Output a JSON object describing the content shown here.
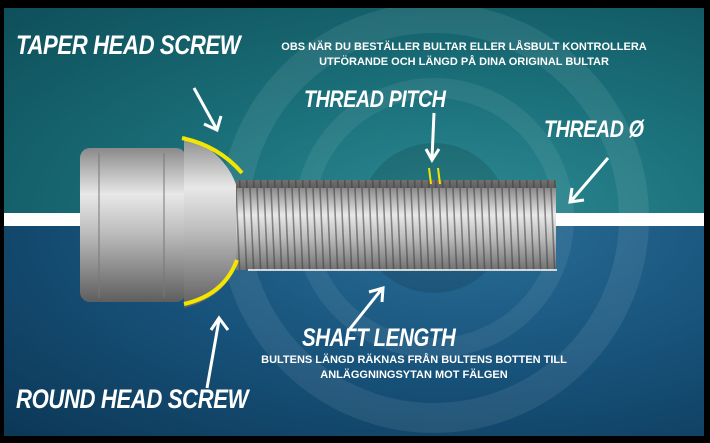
{
  "labels": {
    "taper_head": "TAPER HEAD SCREW",
    "round_head": "ROUND HEAD SCREW",
    "thread_pitch": "THREAD PITCH",
    "thread_diameter": "THREAD Ø",
    "shaft_length": "SHAFT LENGTH"
  },
  "notes": {
    "top_line1": "OBS NÄR DU BESTÄLLER  BULTAR ELLER LÅSBULT KONTROLLERA",
    "top_line2": "UTFÖRANDE OCH LÄNGD PÅ DINA ORIGINAL BULTAR",
    "shaft_line1": "BULTENS LÄNGD RÄKNAS FRÅN BULTENS BOTTEN TILL",
    "shaft_line2": "ANLÄGGNINGSYTAN MOT FÄLGEN"
  },
  "colors": {
    "highlight": "#f2e600",
    "top_bg": "#1a6f79",
    "bottom_bg": "#17527a"
  }
}
